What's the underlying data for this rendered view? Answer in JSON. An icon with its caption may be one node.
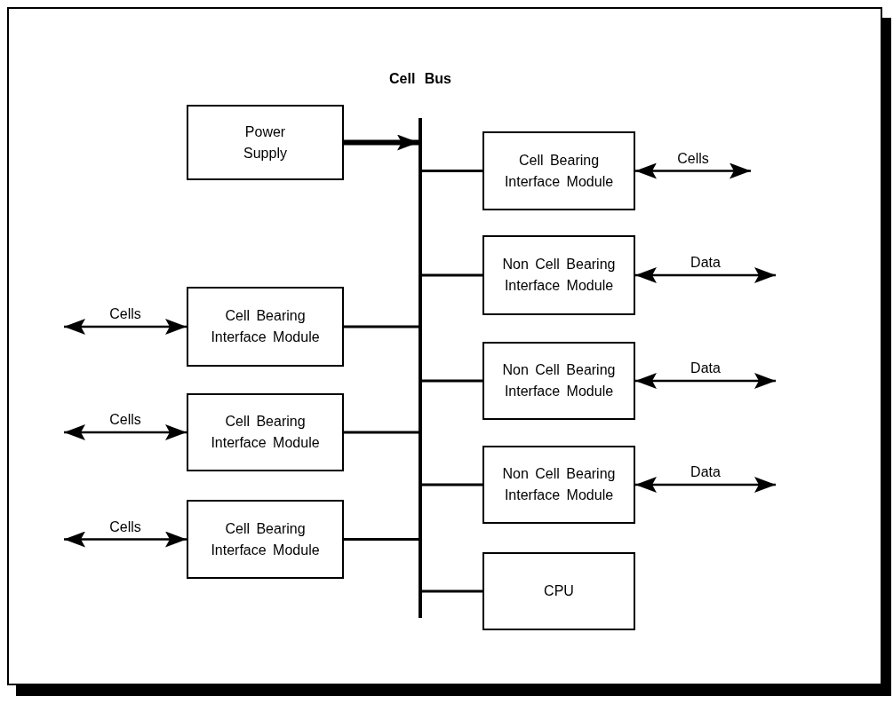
{
  "diagram": {
    "nodes": [
      {
        "text": [
          "Cell Bus"
        ]
      },
      {
        "text": [
          "Power Supply"
        ]
      },
      {
        "text": [
          "Cell Bearing Interface Module"
        ]
      },
      {
        "text": [
          "Cell Bearing Interface Module"
        ]
      },
      {
        "text": [
          "Cell Bearing Interface Module"
        ]
      },
      {
        "text": [
          "Cell Bearing Interface Module"
        ]
      },
      {
        "text": [
          "Non Cell Bearing Interface Module"
        ]
      },
      {
        "text": [
          "Non Cell Bearing Interface Module"
        ]
      },
      {
        "text": [
          "Non Cell Bearing Interface Module"
        ]
      },
      {
        "text": [
          "CPU"
        ]
      }
    ],
    "edges": [
      {
        "from": 1,
        "to": 0,
        "arrow": "to",
        "style": "thick"
      },
      {
        "from": 2,
        "to": 0,
        "arrow": "none"
      },
      {
        "from": 3,
        "to": 0,
        "arrow": "none"
      },
      {
        "from": 4,
        "to": 0,
        "arrow": "none"
      },
      {
        "from": 0,
        "to": 5,
        "arrow": "none"
      },
      {
        "from": 0,
        "to": 6,
        "arrow": "none"
      },
      {
        "from": 0,
        "to": 7,
        "arrow": "none"
      },
      {
        "from": 0,
        "to": 8,
        "arrow": "none"
      },
      {
        "from": 0,
        "to": 9,
        "arrow": "none"
      },
      {
        "from": null,
        "to": 2,
        "arrow": "both",
        "label": "Cells"
      },
      {
        "from": null,
        "to": 3,
        "arrow": "both",
        "label": "Cells"
      },
      {
        "from": null,
        "to": 4,
        "arrow": "both",
        "label": "Cells"
      },
      {
        "from": 5,
        "to": null,
        "arrow": "both",
        "label": "Cells"
      },
      {
        "from": 6,
        "to": null,
        "arrow": "both",
        "label": "Data"
      },
      {
        "from": 7,
        "to": null,
        "arrow": "both",
        "label": "Data"
      },
      {
        "from": 8,
        "to": null,
        "arrow": "both",
        "label": "Data"
      }
    ]
  }
}
